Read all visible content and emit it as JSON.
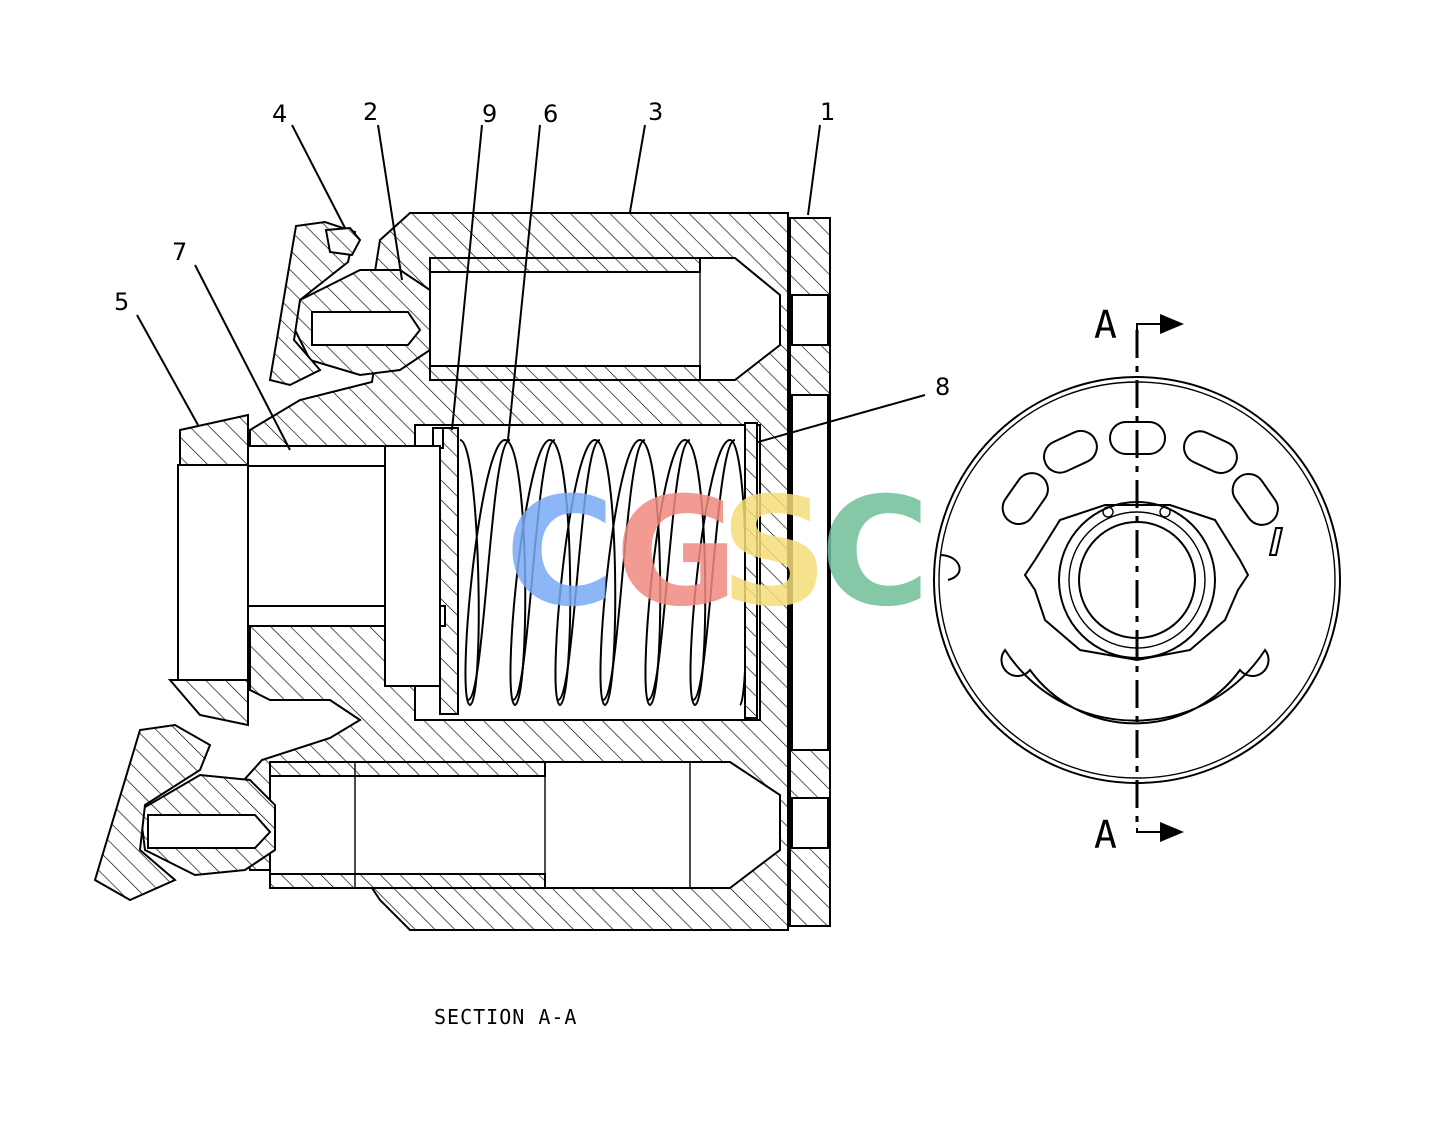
{
  "callouts": {
    "c1": "1",
    "c2": "2",
    "c3": "3",
    "c4": "4",
    "c5": "5",
    "c6": "6",
    "c7": "7",
    "c8": "8",
    "c9": "9"
  },
  "section_marks": {
    "top": "A",
    "bottom": "A"
  },
  "caption": "SECTION A-A",
  "watermark": {
    "letters": [
      "C",
      "G",
      "S",
      "C"
    ],
    "colors": [
      "#7aaaf5",
      "#f08a80",
      "#f5dc78",
      "#6fbf9a"
    ]
  }
}
